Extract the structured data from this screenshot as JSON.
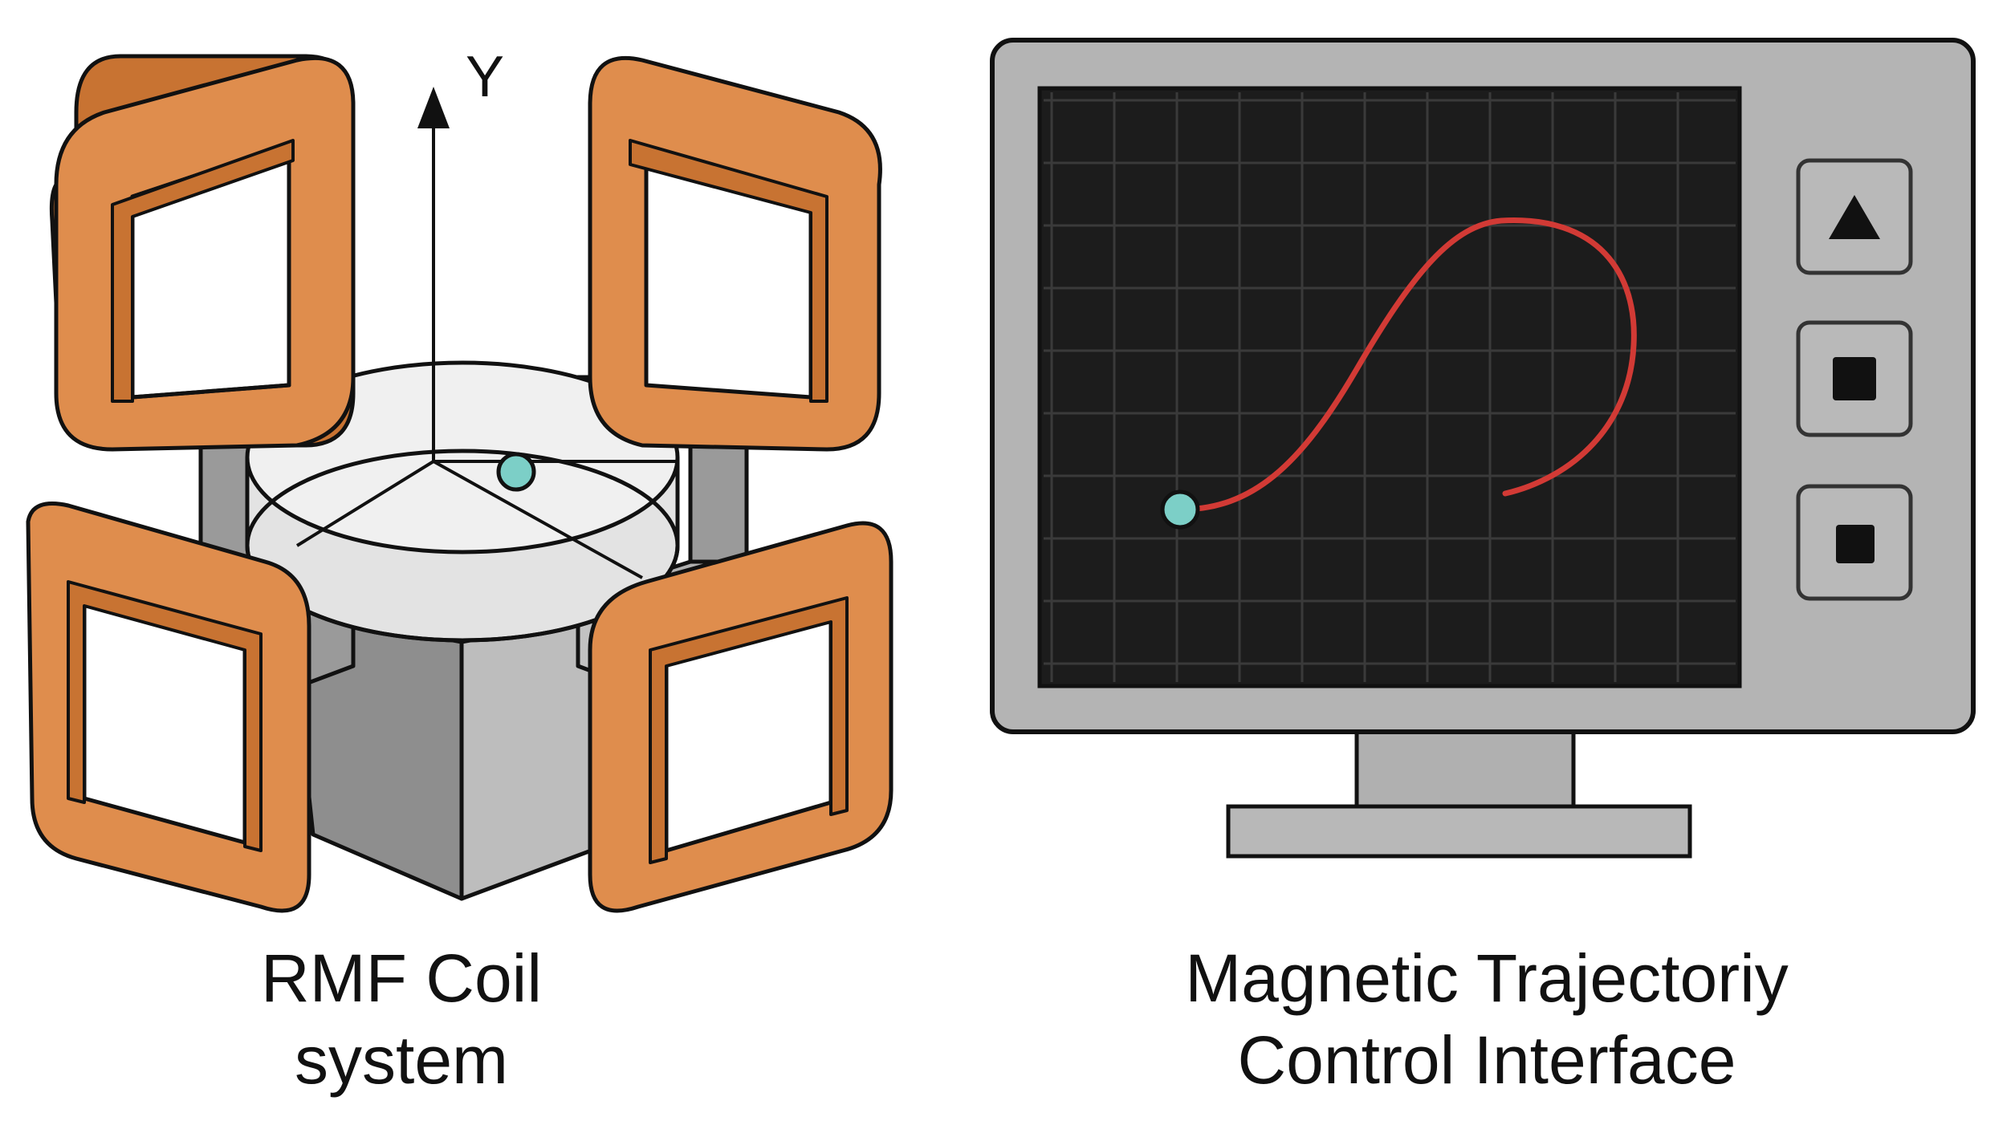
{
  "coil_system": {
    "axis_label": "Y",
    "caption_line1": "RMF Coil",
    "caption_line2": "system",
    "icons": [
      "coil-icon",
      "petri-dish-icon",
      "microrobot-icon",
      "axis-arrow-icon"
    ]
  },
  "control_interface": {
    "caption_line1": "Magnetic Trajectoriy",
    "caption_line2": "Control Interface",
    "buttons": [
      {
        "icon": "triangle-up-icon"
      },
      {
        "icon": "square-stop-icon"
      },
      {
        "icon": "square-stop-icon"
      }
    ]
  },
  "colors": {
    "coil_orange": "#df8d4d",
    "coil_inner": "#c87332",
    "outline": "#111111",
    "frame_gray": "#b4b4b4",
    "screen_bg": "#1c1c1c",
    "grid_line": "#3a3a3a",
    "trajectory": "#d23a35",
    "robot_teal": "#7ccfc7",
    "dish_fill": "#ececec"
  }
}
